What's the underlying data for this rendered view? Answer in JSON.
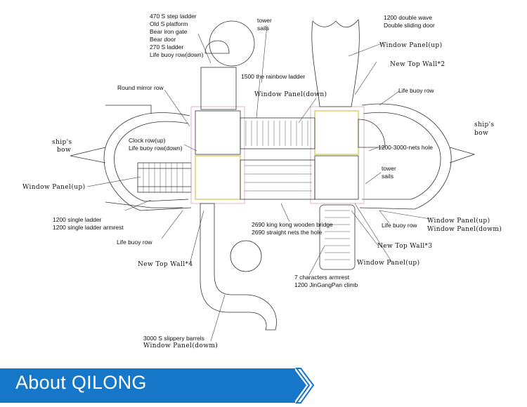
{
  "labels": [
    {
      "id": "l1",
      "text": "470 S step ladder",
      "style": "sans"
    },
    {
      "id": "l2",
      "text": "Old S platform",
      "style": "sans"
    },
    {
      "id": "l3",
      "text": "Bear iron gate",
      "style": "sans"
    },
    {
      "id": "l4",
      "text": "Bear door",
      "style": "sans"
    },
    {
      "id": "l5",
      "text": "270 S ladder",
      "style": "sans"
    },
    {
      "id": "l6",
      "text": "Life buoy row(down)",
      "style": "sans"
    },
    {
      "id": "l7",
      "text": "tower",
      "style": "sans"
    },
    {
      "id": "l8",
      "text": "sails",
      "style": "sans"
    },
    {
      "id": "l9",
      "text": "1200 double wave",
      "style": "sans"
    },
    {
      "id": "l10",
      "text": "Double sliding door",
      "style": "sans"
    },
    {
      "id": "l11",
      "text": "Window Panel(up)",
      "style": "mono"
    },
    {
      "id": "l12",
      "text": "New Top Wall*2",
      "style": "mono"
    },
    {
      "id": "l13",
      "text": "1500 the rainbow ladder",
      "style": "sans"
    },
    {
      "id": "l14",
      "text": "Window Panel(down)",
      "style": "mono"
    },
    {
      "id": "l15",
      "text": "Round mirror row",
      "style": "sans"
    },
    {
      "id": "l16",
      "text": "Life buoy row",
      "style": "sans"
    },
    {
      "id": "l17",
      "text": "ship's",
      "style": "mono"
    },
    {
      "id": "l18",
      "text": "bow",
      "style": "mono"
    },
    {
      "id": "l19",
      "text": "ship's",
      "style": "mono"
    },
    {
      "id": "l20",
      "text": "bow",
      "style": "mono"
    },
    {
      "id": "l21",
      "text": "Clock row(up)",
      "style": "sans"
    },
    {
      "id": "l22",
      "text": "Life buoy row(down)",
      "style": "sans"
    },
    {
      "id": "l23",
      "text": "1200-3000-nets hole",
      "style": "sans"
    },
    {
      "id": "l24",
      "text": "tower",
      "style": "sans"
    },
    {
      "id": "l25",
      "text": "sails",
      "style": "sans"
    },
    {
      "id": "l26",
      "text": "Window Panel(up)",
      "style": "mono"
    },
    {
      "id": "l27",
      "text": "1200 single ladder",
      "style": "sans"
    },
    {
      "id": "l28",
      "text": "1200 single ladder armrest",
      "style": "sans"
    },
    {
      "id": "l29",
      "text": "2690 king kong wooden bridge",
      "style": "sans"
    },
    {
      "id": "l30",
      "text": "2690 straight nets the hole",
      "style": "sans"
    },
    {
      "id": "l31",
      "text": "Life buoy row",
      "style": "sans"
    },
    {
      "id": "l32",
      "text": "Window Panel(up)",
      "style": "mono"
    },
    {
      "id": "l33",
      "text": "Window Panel(dowm)",
      "style": "mono"
    },
    {
      "id": "l34",
      "text": "Life buoy row",
      "style": "sans"
    },
    {
      "id": "l35",
      "text": "New Top Wall*3",
      "style": "mono"
    },
    {
      "id": "l36",
      "text": "New Top Wall*4",
      "style": "mono"
    },
    {
      "id": "l37",
      "text": "Window Panel(up)",
      "style": "mono"
    },
    {
      "id": "l38",
      "text": "7 characters armrest",
      "style": "sans"
    },
    {
      "id": "l39",
      "text": "1200 JinGangPan climb",
      "style": "sans"
    },
    {
      "id": "l40",
      "text": "3000 S slippery barrels",
      "style": "sans"
    },
    {
      "id": "l41",
      "text": "Window Panel(dowm)",
      "style": "mono"
    }
  ],
  "banner": {
    "title": "About QILONG",
    "color": "#1677c9"
  },
  "colors": {
    "line": "#333333",
    "accent_pink": "#d9a0c8",
    "accent_yellow": "#e6d25a",
    "leader_red": "#c0392b"
  }
}
